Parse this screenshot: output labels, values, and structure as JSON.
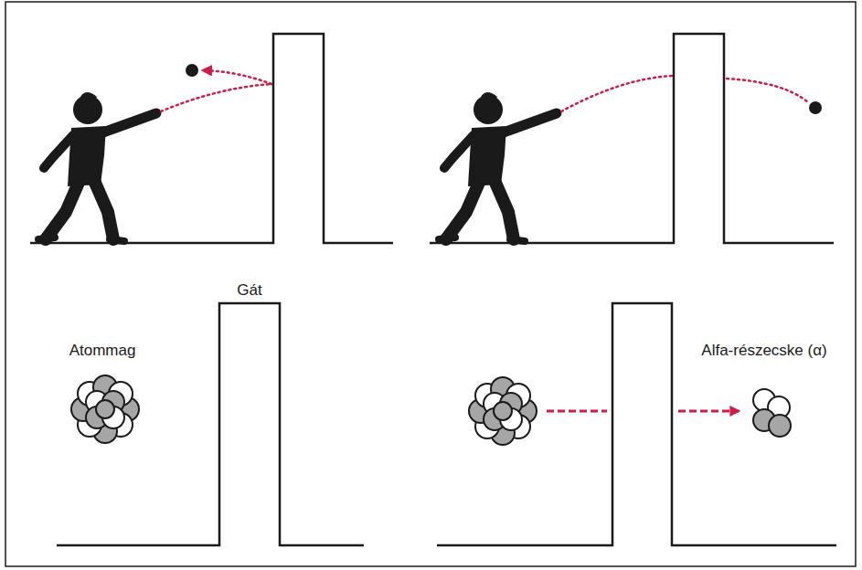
{
  "diagram": {
    "labels": [
      "Gát",
      "Atommag",
      "Alfa-részecske (α)"
    ]
  }
}
